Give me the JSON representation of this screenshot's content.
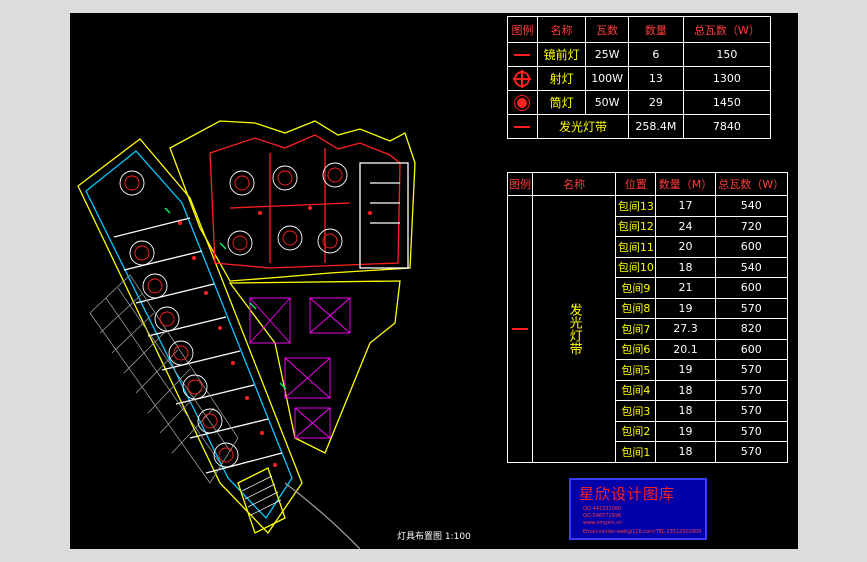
{
  "legend_table": {
    "headers": [
      "图例",
      "名称",
      "瓦数",
      "数量",
      "总瓦数（W）"
    ],
    "rows": [
      {
        "icon": "red-line-icon",
        "name": "镜前灯",
        "watt": "25W",
        "qty": "6",
        "total": "150"
      },
      {
        "icon": "spotlight-cross-icon",
        "name": "射灯",
        "watt": "100W",
        "qty": "13",
        "total": "1300"
      },
      {
        "icon": "downlight-dot-icon",
        "name": "筒灯",
        "watt": "50W",
        "qty": "29",
        "total": "1450"
      },
      {
        "icon": "red-line-icon",
        "name": "发光灯带",
        "watt": "",
        "qty": "258.4M",
        "total": "7840"
      }
    ]
  },
  "strip_table": {
    "headers": [
      "图例",
      "名称",
      "位置",
      "数量（M）",
      "总瓦数（W）"
    ],
    "merged_name": "发光灯带",
    "rows": [
      {
        "pos": "包间13",
        "qty": "17",
        "total": "540"
      },
      {
        "pos": "包间12",
        "qty": "24",
        "total": "720"
      },
      {
        "pos": "包间11",
        "qty": "20",
        "total": "600"
      },
      {
        "pos": "包间10",
        "qty": "18",
        "total": "540"
      },
      {
        "pos": "包间9",
        "qty": "21",
        "total": "600"
      },
      {
        "pos": "包间8",
        "qty": "19",
        "total": "570"
      },
      {
        "pos": "包间7",
        "qty": "27.3",
        "total": "820"
      },
      {
        "pos": "包间6",
        "qty": "20.1",
        "total": "600"
      },
      {
        "pos": "包间5",
        "qty": "19",
        "total": "570"
      },
      {
        "pos": "包间4",
        "qty": "18",
        "total": "570"
      },
      {
        "pos": "包间3",
        "qty": "18",
        "total": "570"
      },
      {
        "pos": "包间2",
        "qty": "19",
        "total": "570"
      },
      {
        "pos": "包间1",
        "qty": "18",
        "total": "570"
      }
    ]
  },
  "logo": {
    "title": "星欣设计图库",
    "lines": [
      "QQ:447232080",
      "QQ:596571596",
      "www.xingxin.cn",
      "Email:xinlian-web@126.com/TEL:13512502800"
    ]
  },
  "caption": "灯具布置图 1:100",
  "colors": {
    "background": "#000000",
    "frame": "#dcdcdc",
    "accent_red": "#ff2020",
    "yellow": "#ffff00",
    "magenta": "#ff00ff",
    "logo_blue": "#0000aa"
  }
}
